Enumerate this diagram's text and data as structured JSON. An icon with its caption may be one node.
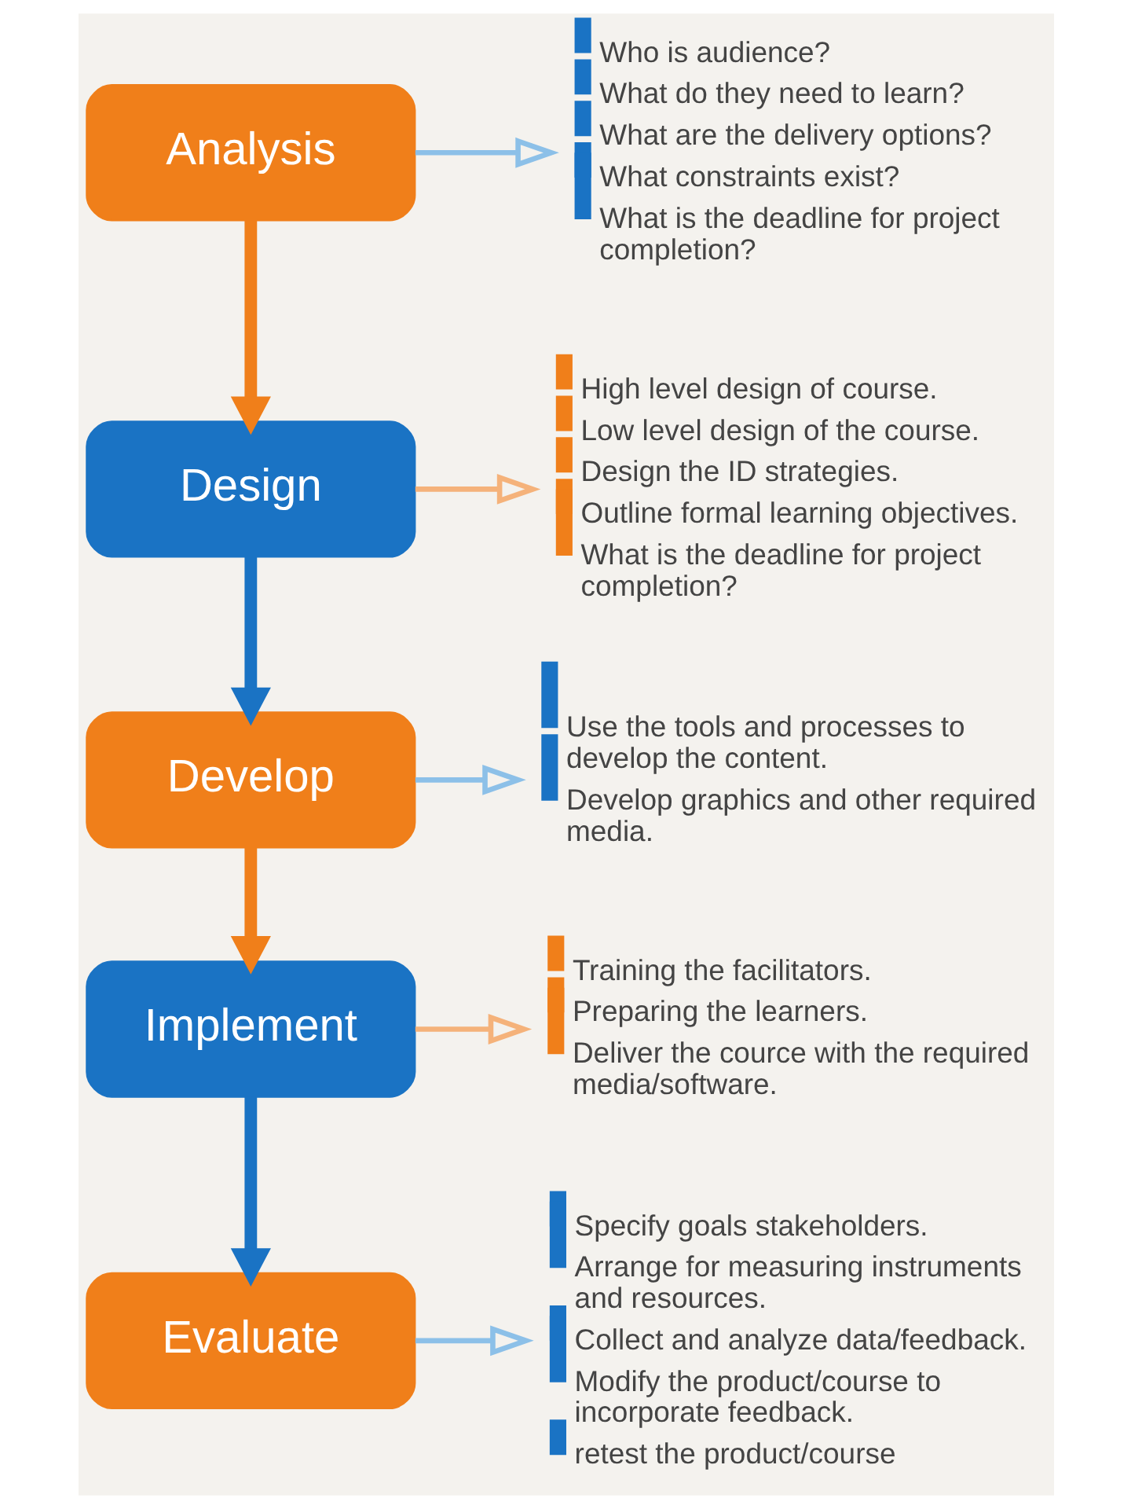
{
  "diagram": {
    "nodes": [
      {
        "text": [
          "Analysis"
        ]
      },
      {
        "text": [
          "Design"
        ]
      },
      {
        "text": [
          "Develop"
        ]
      },
      {
        "text": [
          "Implement"
        ]
      },
      {
        "text": [
          "Evaluate"
        ]
      },
      {
        "text": [
          "Who is audience?",
          "What do they need to learn?",
          "What are the delivery options?",
          "What constraints exist?",
          "What is the deadline for project completion?"
        ]
      },
      {
        "text": [
          "High level design of course.",
          "Low level design of the course.",
          "Design the ID strategies.",
          "Outline formal learning objectives.",
          "What is the deadline for project completion?"
        ]
      },
      {
        "text": [
          "Use the tools and processes to develop the content.",
          "Develop graphics and other required media."
        ]
      },
      {
        "text": [
          "Training the facilitators.",
          "Preparing the learners.",
          "Deliver the cource with the required media/software."
        ]
      },
      {
        "text": [
          "Specify goals stakeholders.",
          "Arrange for measuring instruments and resources.",
          "Collect and analyze data/feedback.",
          "Modify the product/course to incorporate feedback.",
          "retest the product/course"
        ]
      }
    ],
    "edges": [
      {
        "from": 0,
        "to": 1,
        "arrow": "to",
        "style": "thick",
        "color": "#f07f1a"
      },
      {
        "from": 1,
        "to": 2,
        "arrow": "to",
        "style": "thick",
        "color": "#1a73c4"
      },
      {
        "from": 2,
        "to": 3,
        "arrow": "to",
        "style": "thick",
        "color": "#f07f1a"
      },
      {
        "from": 3,
        "to": 4,
        "arrow": "to",
        "style": "thick",
        "color": "#1a73c4"
      },
      {
        "from": 0,
        "to": 5,
        "arrow": "to",
        "color": "#8cc0e8"
      },
      {
        "from": 1,
        "to": 6,
        "arrow": "to",
        "color": "#f5b27a"
      },
      {
        "from": 2,
        "to": 7,
        "arrow": "to",
        "color": "#8cc0e8"
      },
      {
        "from": 3,
        "to": 8,
        "arrow": "to",
        "color": "#f5b27a"
      },
      {
        "from": 4,
        "to": 9,
        "arrow": "to",
        "color": "#8cc0e8"
      }
    ]
  }
}
